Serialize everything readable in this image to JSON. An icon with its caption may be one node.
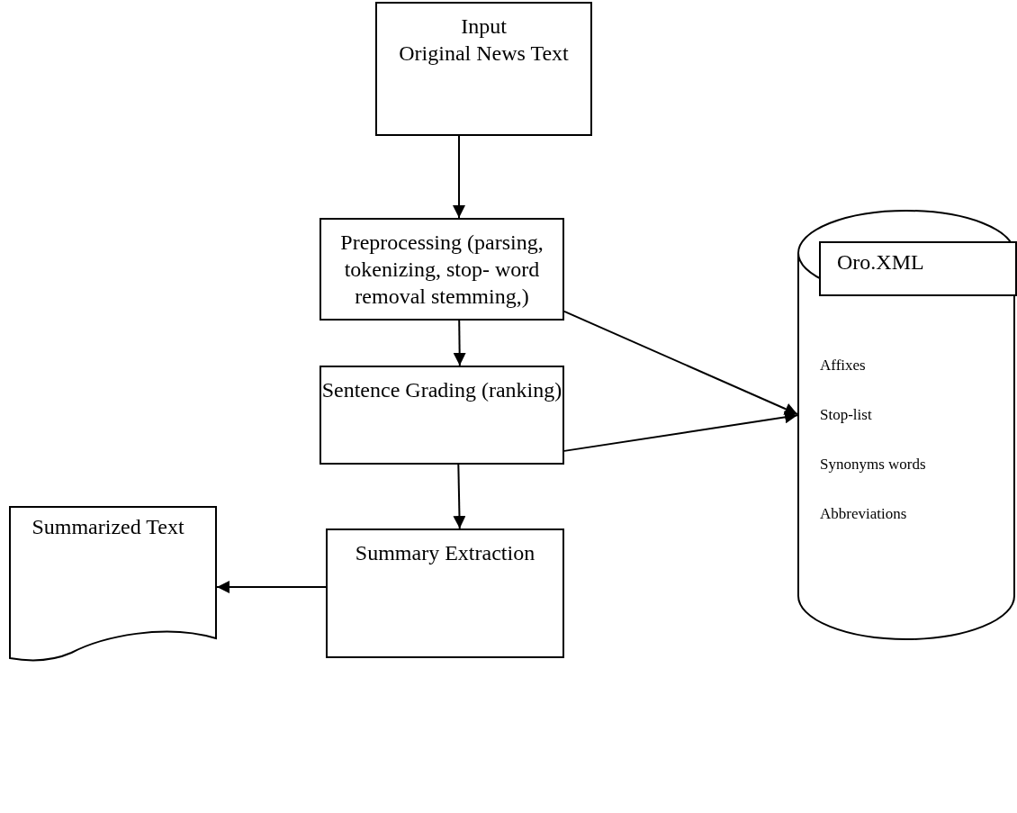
{
  "diagram": {
    "nodes": [
      {
        "text": [
          "Input",
          "Original News Text"
        ]
      },
      {
        "text": [
          "Preprocessing (parsing, tokenizing, stop- word removal stemming,)"
        ]
      },
      {
        "text": [
          "Sentence Grading (ranking)"
        ]
      },
      {
        "text": [
          "Summary Extraction"
        ]
      },
      {
        "text": [
          "Summarized Text"
        ]
      },
      {
        "text": [
          "Affixes",
          "Stop-list",
          "Synonyms words",
          "Abbreviations"
        ]
      },
      {
        "text": [
          "Oro.XML"
        ],
        "in": 5
      }
    ],
    "edges": [
      {
        "from": 0,
        "to": 1,
        "arrow": "to"
      },
      {
        "from": 1,
        "to": 2,
        "arrow": "to"
      },
      {
        "from": 2,
        "to": 3,
        "arrow": "to"
      },
      {
        "from": 3,
        "to": 4,
        "arrow": "to"
      },
      {
        "from": 1,
        "to": 5,
        "arrow": "to"
      },
      {
        "from": 2,
        "to": 5,
        "arrow": "to"
      }
    ]
  }
}
